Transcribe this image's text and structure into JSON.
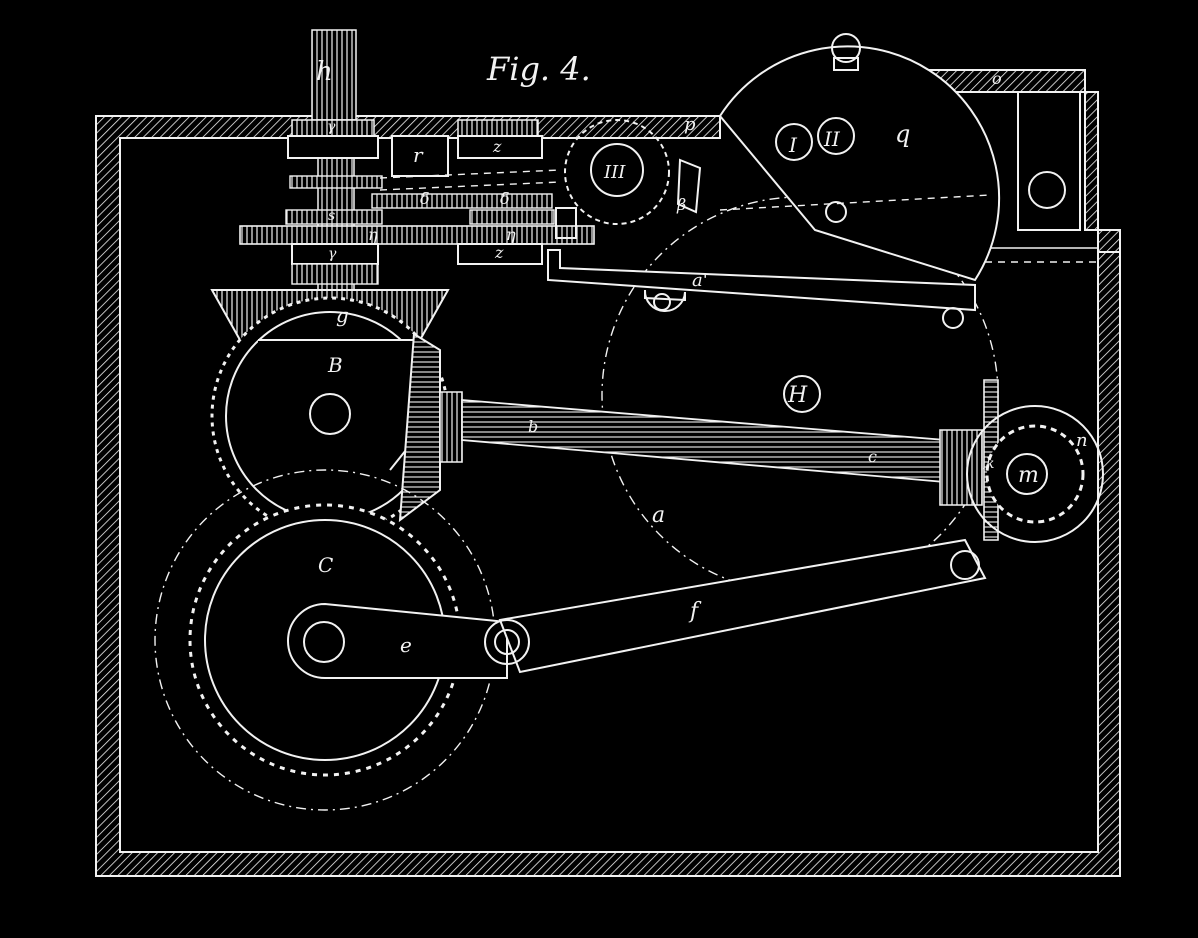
{
  "figure": {
    "title": "Fig. 4."
  },
  "labels": {
    "shaft_top": "h",
    "gear_block_1": "γ",
    "gear_block_2": "z",
    "gear_block_3": "r",
    "gear_block_4": "z",
    "small_gear_1": "δ",
    "small_gear_2": "δ",
    "small_gear_3": "η",
    "small_gear_4": "η",
    "lower_block_1": "γ",
    "lower_block_2": "z",
    "bevel_top": "g",
    "wheel_b": "B",
    "wheel_c": "C",
    "crank_e": "e",
    "link_f": "f",
    "pulley_h": "H",
    "small_a": "a",
    "lever_a_prime": "a'",
    "disk_q": "q",
    "dial_1": "I",
    "dial_2": "II",
    "dial_3": "III",
    "pawl_p": "p",
    "pawl_beta": "β",
    "wheel_m": "m",
    "wheel_n": "n",
    "bar_o": "o",
    "axle_c": "c",
    "axle_b": "b",
    "hinge_k": "k",
    "shaft_letter": "s"
  }
}
